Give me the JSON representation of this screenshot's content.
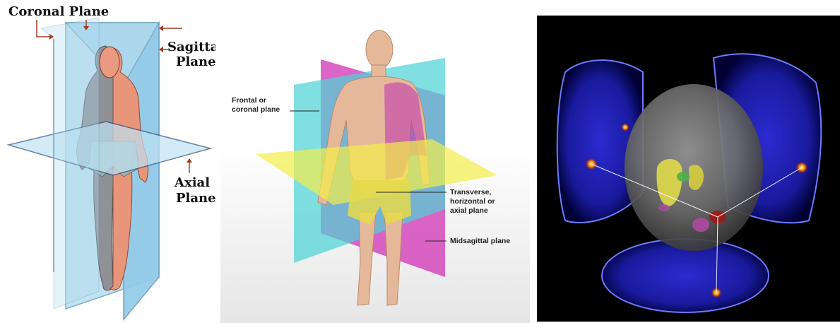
{
  "panel_left": {
    "labels": {
      "coronal_line1": "Coronal Plane",
      "sagittal_line1": "Sagittal",
      "sagittal_line2": "Plane",
      "axial_line1": "Axial",
      "axial_line2": "Plane"
    }
  },
  "panel_middle": {
    "labels": {
      "frontal_line1": "Frontal or",
      "frontal_line2": "coronal plane",
      "transverse_line1": "Transverse,",
      "transverse_line2": "horizontal or",
      "transverse_line3": "axial  plane",
      "midsagittal": "Midsagittal plane"
    }
  },
  "colors": {
    "plane_blue": "#a9d8ee",
    "plane_cyan": "#4fd3d6",
    "plane_magenta": "#d23ab8",
    "plane_yellow": "#f2ee4a",
    "arrow_red": "#a23a1e",
    "brain_blue": "#2a2ad8"
  }
}
